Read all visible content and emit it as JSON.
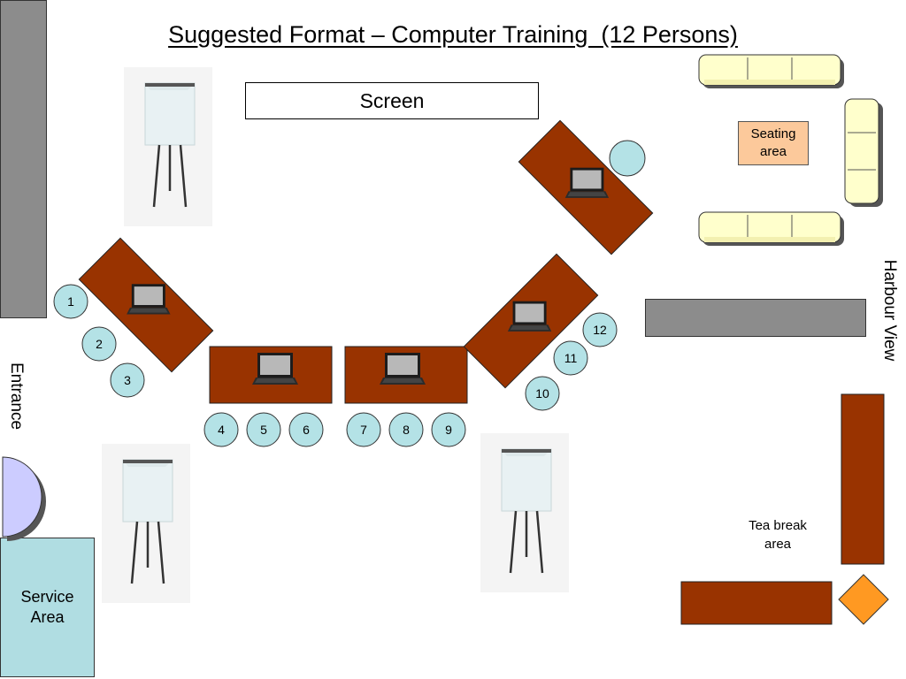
{
  "title": "Suggested Format – Computer Training  (12 Persons)",
  "screen_label": "Screen",
  "labels": {
    "entrance": "Entrance",
    "harbour_view": "Harbour View",
    "service_area_line1": "Service",
    "service_area_line2": "Area",
    "seating_area_line1": "Seating",
    "seating_area_line2": "area",
    "tea_break_line1": "Tea break",
    "tea_break_line2": "area"
  },
  "seats": [
    "1",
    "2",
    "3",
    "4",
    "5",
    "6",
    "7",
    "8",
    "9",
    "10",
    "11",
    "12"
  ],
  "colors": {
    "table": "#993300",
    "seat": "#b4e2e6",
    "wall": "#8c8c8c",
    "sofa": "#ffffcc",
    "door": "#ccccff",
    "service": "#b0dde2",
    "seating_box": "#fcc99b",
    "tea_diamond": "#ff9922"
  },
  "icons": [
    "laptop-icon",
    "flipchart-icon",
    "sofa-icon",
    "door-icon"
  ]
}
